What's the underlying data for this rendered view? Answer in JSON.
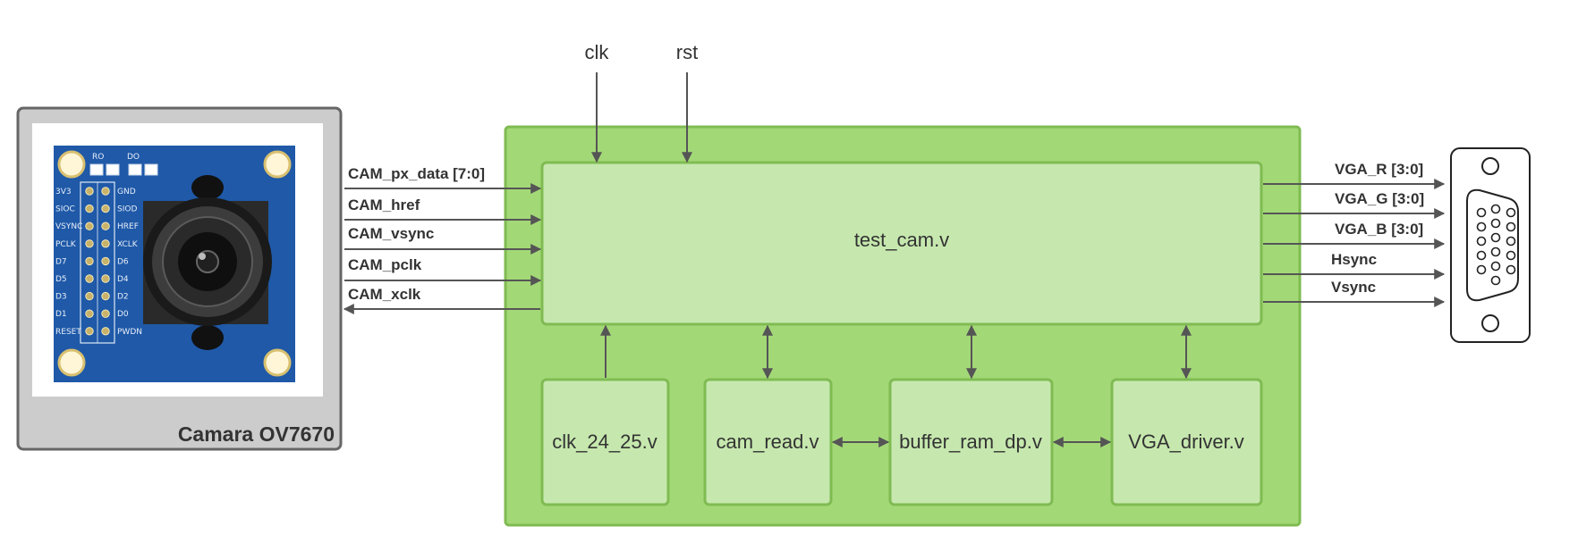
{
  "colors": {
    "system_fill": "#a3d877",
    "system_stroke": "#7fbb52",
    "module_fill": "#c6e8ae",
    "module_stroke": "#7fbb52",
    "camera_frame": "#cccccc",
    "camera_border": "#666666",
    "pcb_blue": "#1f59a8",
    "wire": "#555555",
    "text": "#333333"
  },
  "inputs_top": {
    "clk": "clk",
    "rst": "rst"
  },
  "top_module": {
    "label": "test_cam.v"
  },
  "submodules": [
    {
      "label": "clk_24_25.v"
    },
    {
      "label": "cam_read.v"
    },
    {
      "label": "buffer_ram_dp.v"
    },
    {
      "label": "VGA_driver.v"
    }
  ],
  "camera": {
    "label": "Camara OV7670",
    "pcb_top_labels": [
      "RO",
      "DO"
    ],
    "pcb_left_pins": [
      "3V3",
      "SIOC",
      "VSYNC",
      "PCLK",
      "D7",
      "D5",
      "D3",
      "D1",
      "RESET"
    ],
    "pcb_right_pins": [
      "GND",
      "SIOD",
      "HREF",
      "XCLK",
      "D6",
      "D4",
      "D2",
      "D0",
      "PWDN"
    ]
  },
  "camera_signals": [
    {
      "label": "CAM_px_data [7:0]",
      "direction": "in"
    },
    {
      "label": "CAM_href",
      "direction": "in"
    },
    {
      "label": "CAM_vsync",
      "direction": "in"
    },
    {
      "label": "CAM_pclk",
      "direction": "in"
    },
    {
      "label": "CAM_xclk",
      "direction": "out"
    }
  ],
  "vga_signals": [
    {
      "label": "VGA_R [3:0]"
    },
    {
      "label": "VGA_G [3:0]"
    },
    {
      "label": "VGA_B [3:0]"
    },
    {
      "label": "Hsync"
    },
    {
      "label": "Vsync"
    }
  ],
  "icons": {
    "camera": "ov7670-camera-module-icon",
    "vga": "vga-connector-icon"
  }
}
